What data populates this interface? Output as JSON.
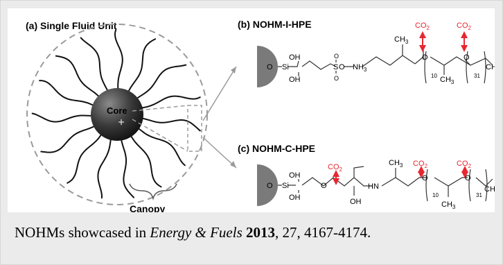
{
  "panels": {
    "a_title": "(a) Single Fluid Unit",
    "b_title": "(b) NOHM-I-HPE",
    "c_title": "(c) NOHM-C-HPE"
  },
  "core_label": "Core",
  "canopy_label": "Canopy",
  "chem": {
    "co2": "CO",
    "co2_sub": "2",
    "oh": "OH",
    "si": "Si",
    "s": "S",
    "o": "O",
    "hn": "HN",
    "ch3": "CH",
    "ch3_sub": "3",
    "nh3": "NH",
    "nh3_sub": "3",
    "sub10": "10",
    "sub31": "31"
  },
  "caption": {
    "pre": "NOHMs showcased in ",
    "journal": "Energy & Fuels",
    "year": "2013",
    "rest": ", 27, 4167-4174."
  },
  "colors": {
    "arrow_red": "#e8262e",
    "core_dark": "#2c2c2c",
    "anchor_gray": "#7a7a7a"
  }
}
